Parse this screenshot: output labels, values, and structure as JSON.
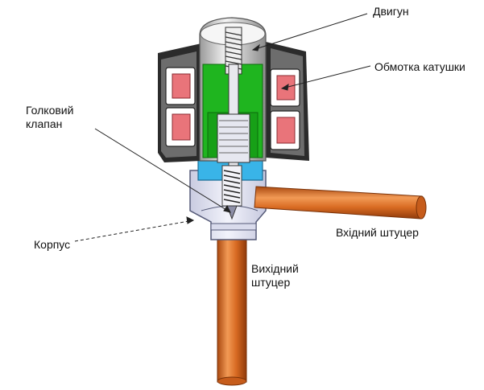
{
  "labels": {
    "motor": "Двигун",
    "coil_winding": "Обмотка катушки",
    "needle_valve_line1": "Голковий",
    "needle_valve_line2": "клапан",
    "body": "Корпус",
    "inlet_fitting": "Вхідний штуцер",
    "outlet_fitting_line1": "Вихідний",
    "outlet_fitting_line2": "штуцер"
  },
  "colors": {
    "coil_housing": "#2b2b2b",
    "coil_winding": "#e9747a",
    "rotor_magnet": "#1fb51f",
    "valve_chamber": "#39b4e8",
    "valve_body": "#e4e6f4",
    "copper_tube": "#d86a22",
    "leader_line": "#222222"
  }
}
